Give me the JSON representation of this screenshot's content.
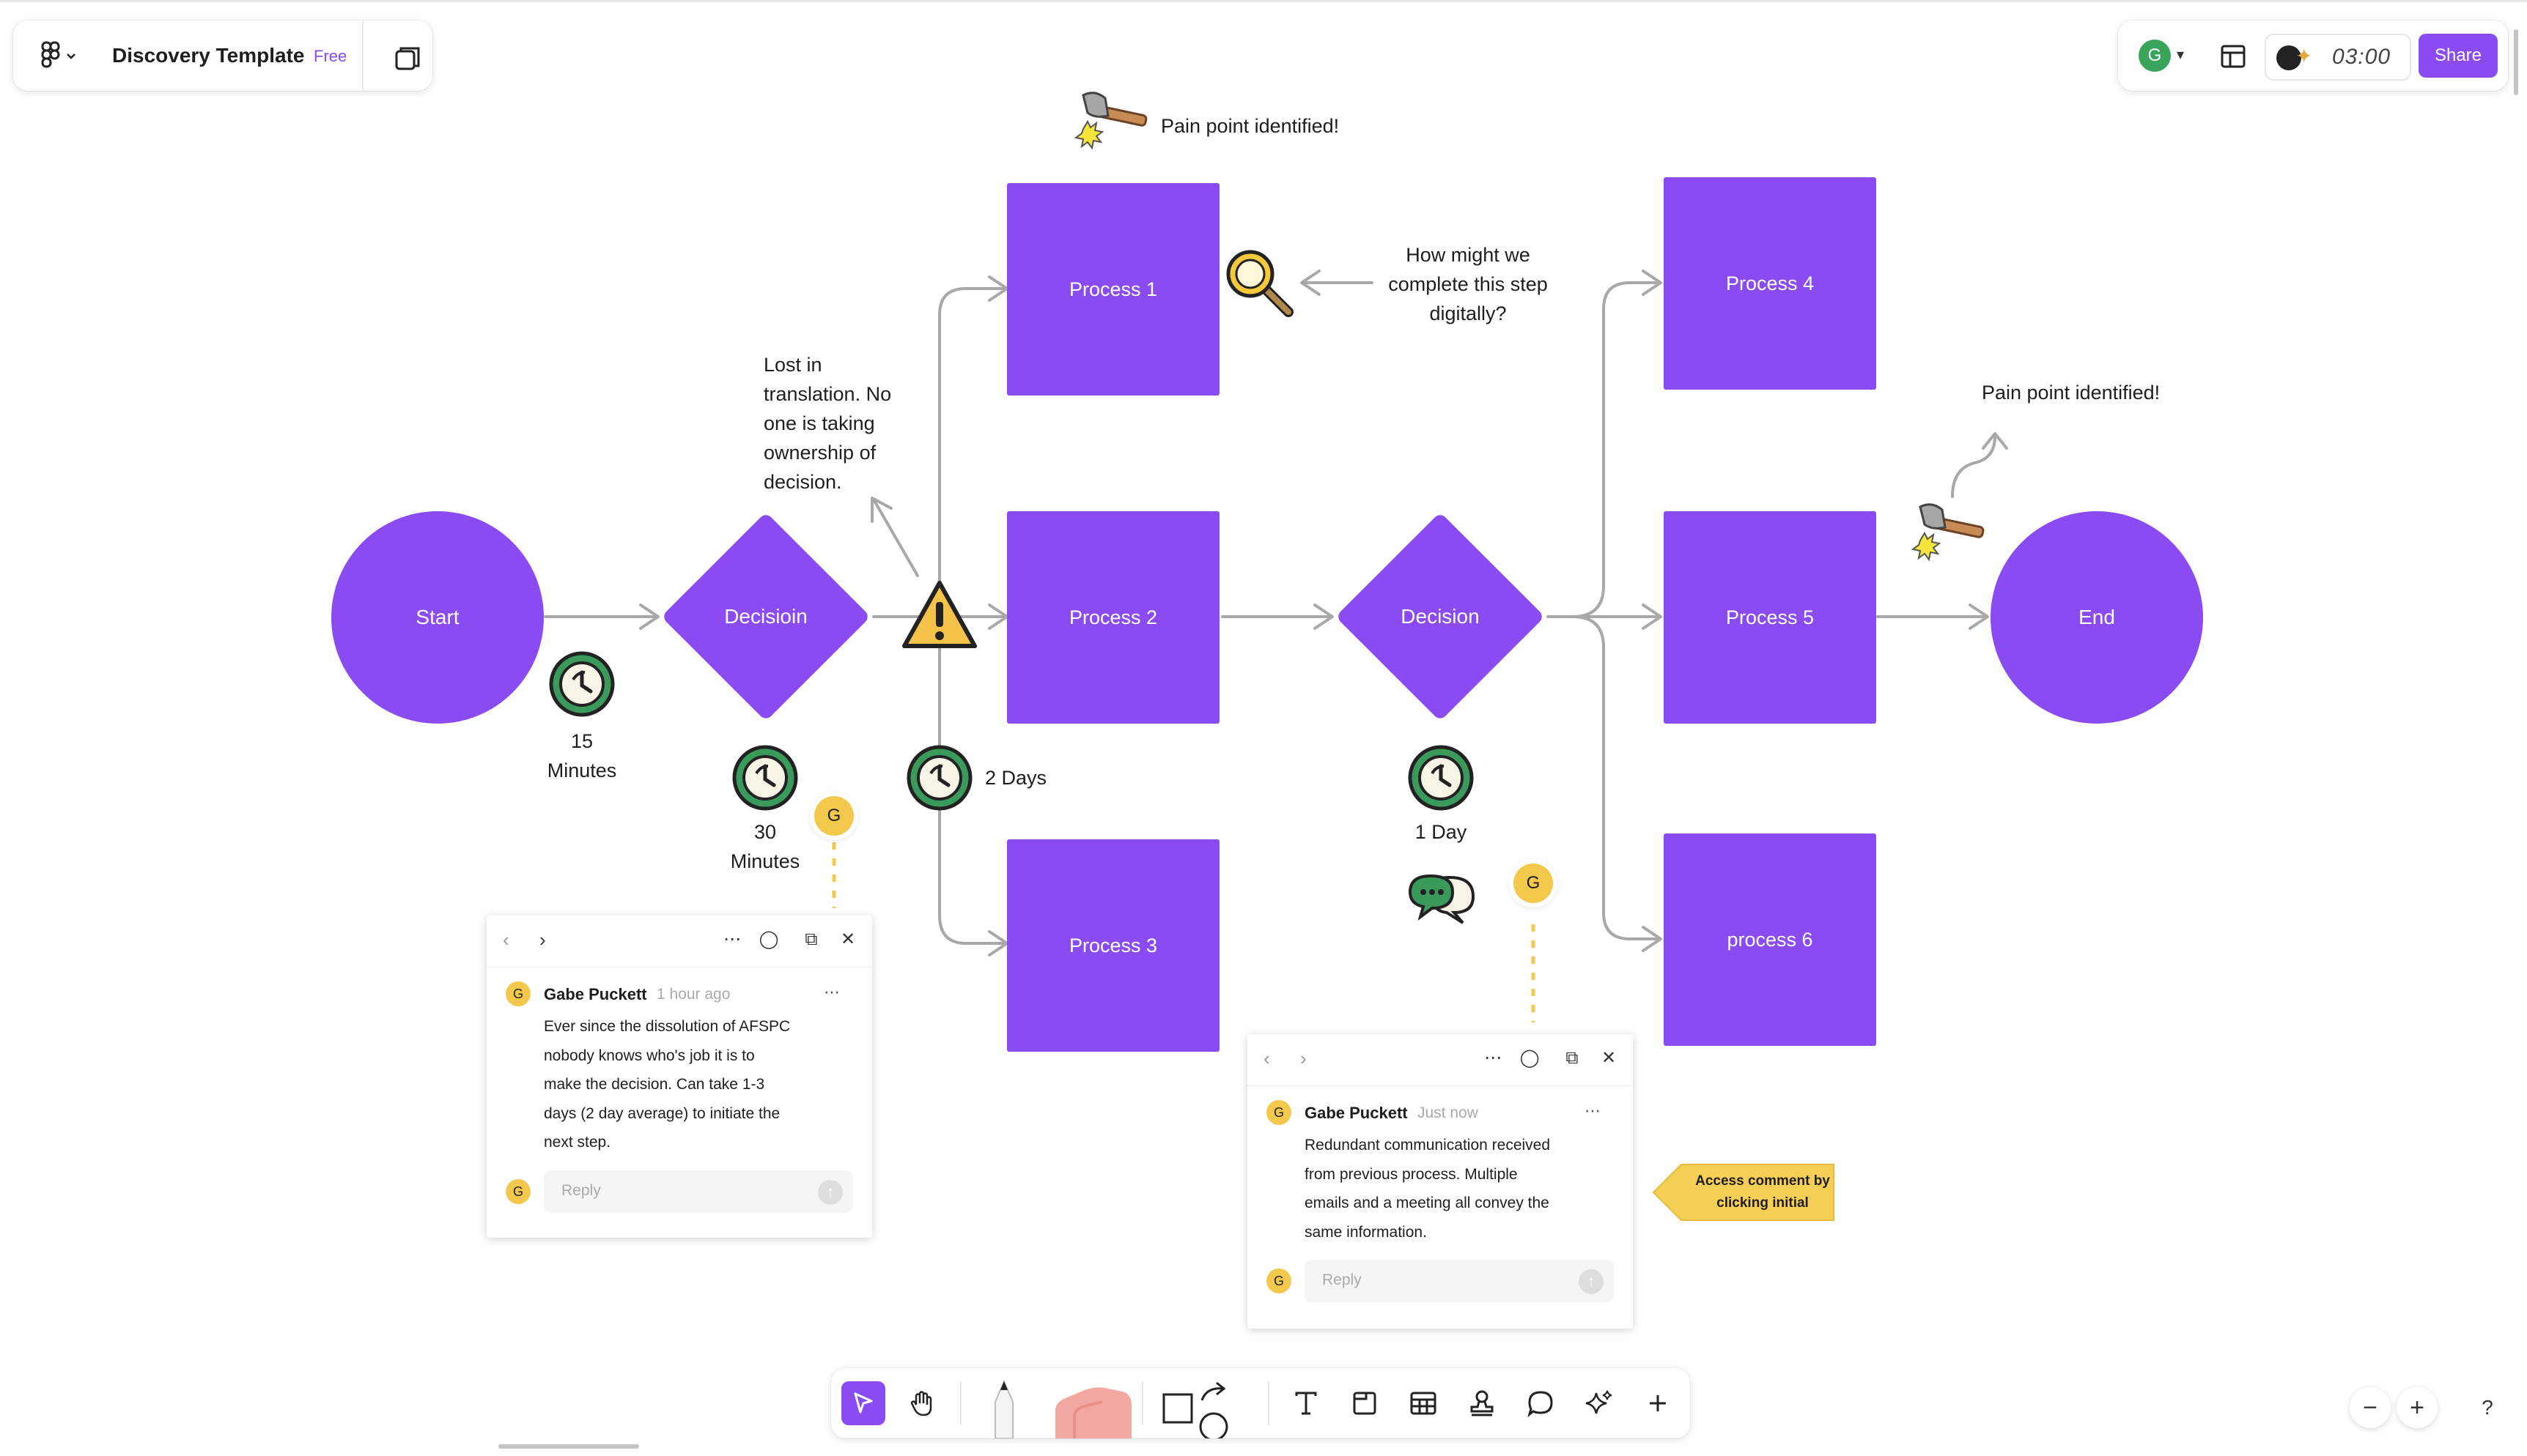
{
  "header": {
    "file_title": "Discovery Template",
    "plan_badge": "Free",
    "avatar_initial": "G",
    "timer": "03:00",
    "share_label": "Share"
  },
  "canvas": {
    "start_label": "Start",
    "decision1_label": "Decisioin",
    "decision2_label": "Decision",
    "end_label": "End",
    "process1": "Process 1",
    "process2": "Process 2",
    "process3": "Process 3",
    "process4": "Process 4",
    "process5": "Process 5",
    "process6": "process 6",
    "pain_point_top": "Pain point identified!",
    "pain_point_right": "Pain point identified!",
    "question_note": [
      "How might we",
      "complete this step",
      "digitally?"
    ],
    "lost_note": [
      "Lost in",
      "translation. No",
      "one is taking",
      "ownership of",
      "decision."
    ],
    "time1": [
      "15",
      "Minutes"
    ],
    "time2": [
      "30",
      "Minutes"
    ],
    "time3": "2 Days",
    "time4": "1 Day",
    "comment_pin_initial": "G"
  },
  "comments": [
    {
      "author": "Gabe Puckett",
      "time": "1 hour ago",
      "initial": "G",
      "body": [
        "Ever since the dissolution of AFSPC",
        "nobody knows who's job it is to",
        "make the decision. Can take 1-3",
        "days (2 day average) to initiate the",
        "next step."
      ],
      "reply_placeholder": "Reply"
    },
    {
      "author": "Gabe Puckett",
      "time": "Just now",
      "initial": "G",
      "body": [
        "Redundant communication received",
        "from previous process. Multiple",
        "emails and a meeting all convey the",
        "same information."
      ],
      "reply_placeholder": "Reply"
    }
  ],
  "access_tag": [
    "Access comment by",
    "clicking initial"
  ],
  "zoom": {
    "minus": "−",
    "plus": "+",
    "help": "?"
  },
  "colors": {
    "accent": "#8a4cf2",
    "avatar_green": "#3aa45b",
    "comment_yellow": "#f2c94c",
    "connector": "#a0a0a0"
  }
}
